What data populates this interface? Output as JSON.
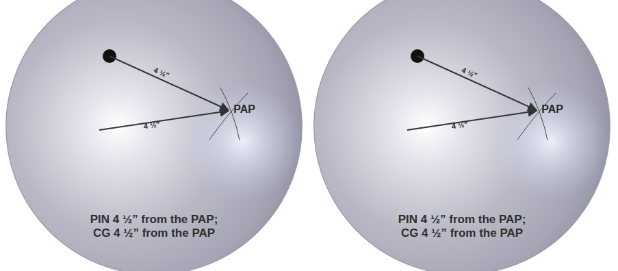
{
  "diagram": {
    "nodes": [
      {
        "text": [
          "PIN 4 ½” from the PAP; CG 4 ½” from the PAP"
        ]
      },
      {
        "text": [
          "PIN 4 ½” from the PAP; CG 4 ½” from the PAP"
        ]
      }
    ],
    "labels": [
      "4 ½\"",
      "4 ½\"",
      "PAP",
      "4 ½\"",
      "4 ½\"",
      "PAP"
    ]
  }
}
